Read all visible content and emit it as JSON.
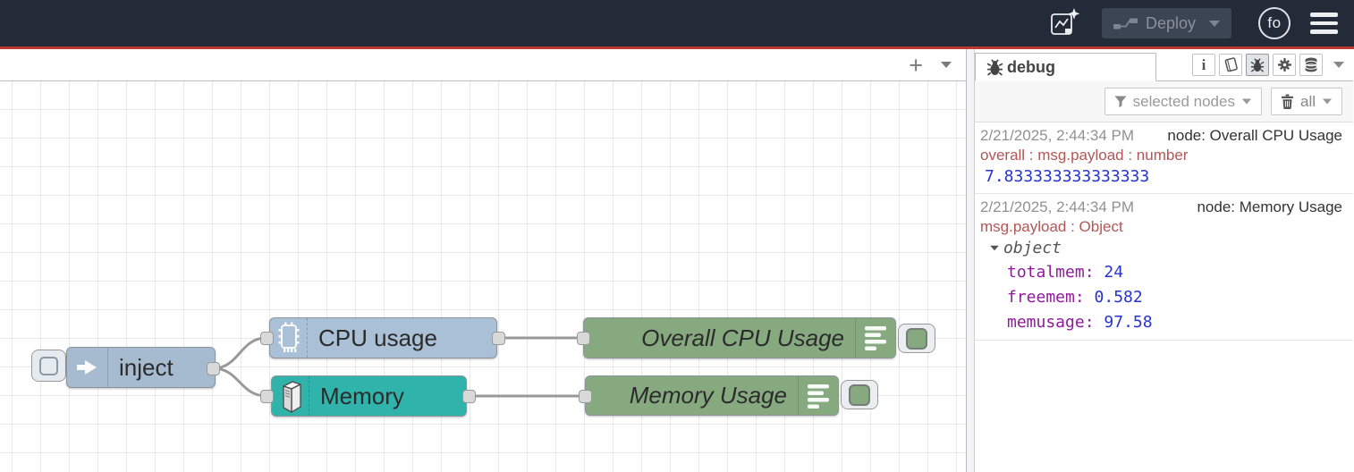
{
  "header": {
    "deploy": {
      "label": "Deploy"
    },
    "avatar": {
      "initials": "fo"
    }
  },
  "canvas_controls": {
    "add_flow": "+"
  },
  "workspace": {
    "nodes": {
      "inject": {
        "label": "inject",
        "color": "#a6bbcf"
      },
      "cpu": {
        "label": "CPU usage",
        "color": "#a9c0d6"
      },
      "memory": {
        "label": "Memory",
        "color": "#2fb3ab"
      },
      "debug_cpu": {
        "label": "Overall CPU Usage",
        "color": "#87a980"
      },
      "debug_memory": {
        "label": "Memory Usage",
        "color": "#87a980"
      }
    }
  },
  "sidebar": {
    "tab": {
      "label": "debug"
    },
    "toolbar": {
      "filter_label": "selected nodes",
      "clear_label": "all"
    },
    "messages": [
      {
        "timestamp": "2/21/2025, 2:44:34 PM",
        "source": "node: Overall CPU Usage",
        "path": "overall : msg.payload : number",
        "value": "7.833333333333333"
      },
      {
        "timestamp": "2/21/2025, 2:44:34 PM",
        "source": "node: Memory Usage",
        "path": "msg.payload : Object",
        "object_label": "object",
        "properties": [
          {
            "key": "totalmem:",
            "value": "24"
          },
          {
            "key": "freemem:",
            "value": "0.582"
          },
          {
            "key": "memusage:",
            "value": "97.58"
          }
        ]
      }
    ]
  },
  "colors": {
    "header_bg": "#232b39",
    "accent_red": "#bd362f",
    "wire": "#999999",
    "debug_number": "#2733cf",
    "debug_key": "#8f1a9b",
    "debug_path": "#b25656"
  }
}
